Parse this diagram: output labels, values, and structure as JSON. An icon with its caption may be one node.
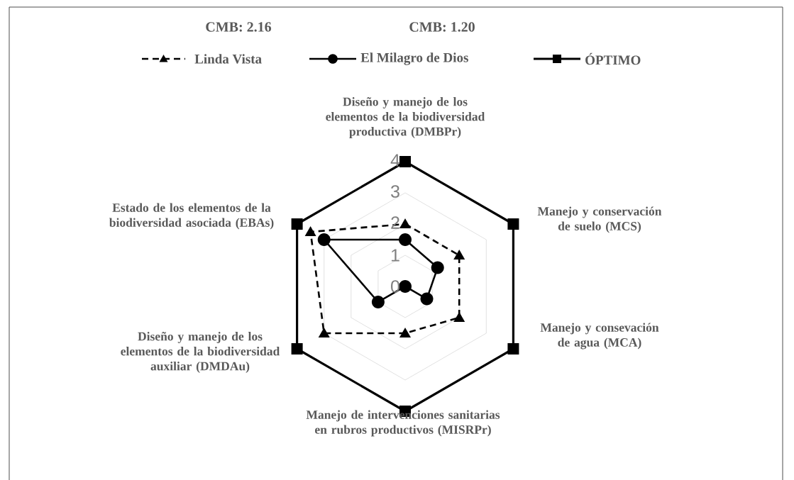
{
  "diagram": {
    "labels": [
      "CMB: 2.16",
      "CMB: 1.20",
      "Diseño y manejo de los elementos de la biodiversidad productiva (DMBPr)",
      "4",
      "3",
      "Estado de los elementos de la biodiversidad asociada (EBAs)",
      "Manejo y conservación de suelo (MCS)",
      "2",
      "1",
      "0",
      "Manejo y consevación de agua (MCA)",
      "Diseño y manejo de los elementos de  la biodiversidad auxiliar (DMDAu)",
      "Manejo de intervenciones sanitarias en rubros productivos (MISRPr)"
    ],
    "legend": [
      {
        "text": "Linda Vista"
      },
      {
        "text": "El Milagro de Dios"
      },
      {
        "text": "ÓPTIMO"
      }
    ]
  }
}
